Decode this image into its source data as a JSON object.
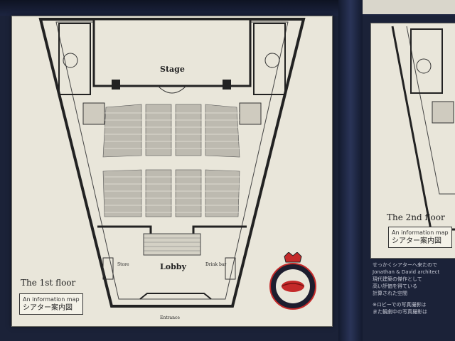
{
  "floor1": {
    "stage_label": "Stage",
    "lobby_label": "Lobby",
    "store_label": "Store",
    "drink_bar_label": "Drink bar",
    "entrance_label": "Entrance",
    "title": "The 1st floor",
    "info_en": "An information map",
    "info_jp": "シアター案内図"
  },
  "floor2": {
    "title": "The 2nd floor",
    "info_en": "An information map",
    "info_jp": "シアター案内図"
  },
  "right_page_text": [
    "せっかくシアターへ来たので",
    "Jonathan & David architect",
    "現代建築の傑作として",
    "高い評価を得ている",
    "計算された空間",
    "※ロビーでの写真撮影は",
    "また観劇中の写真撮影は"
  ],
  "colors": {
    "paper": "#e9e6da",
    "ink": "#222222",
    "emblem_red": "#c42a2a",
    "emblem_dark": "#1d1d2e"
  }
}
